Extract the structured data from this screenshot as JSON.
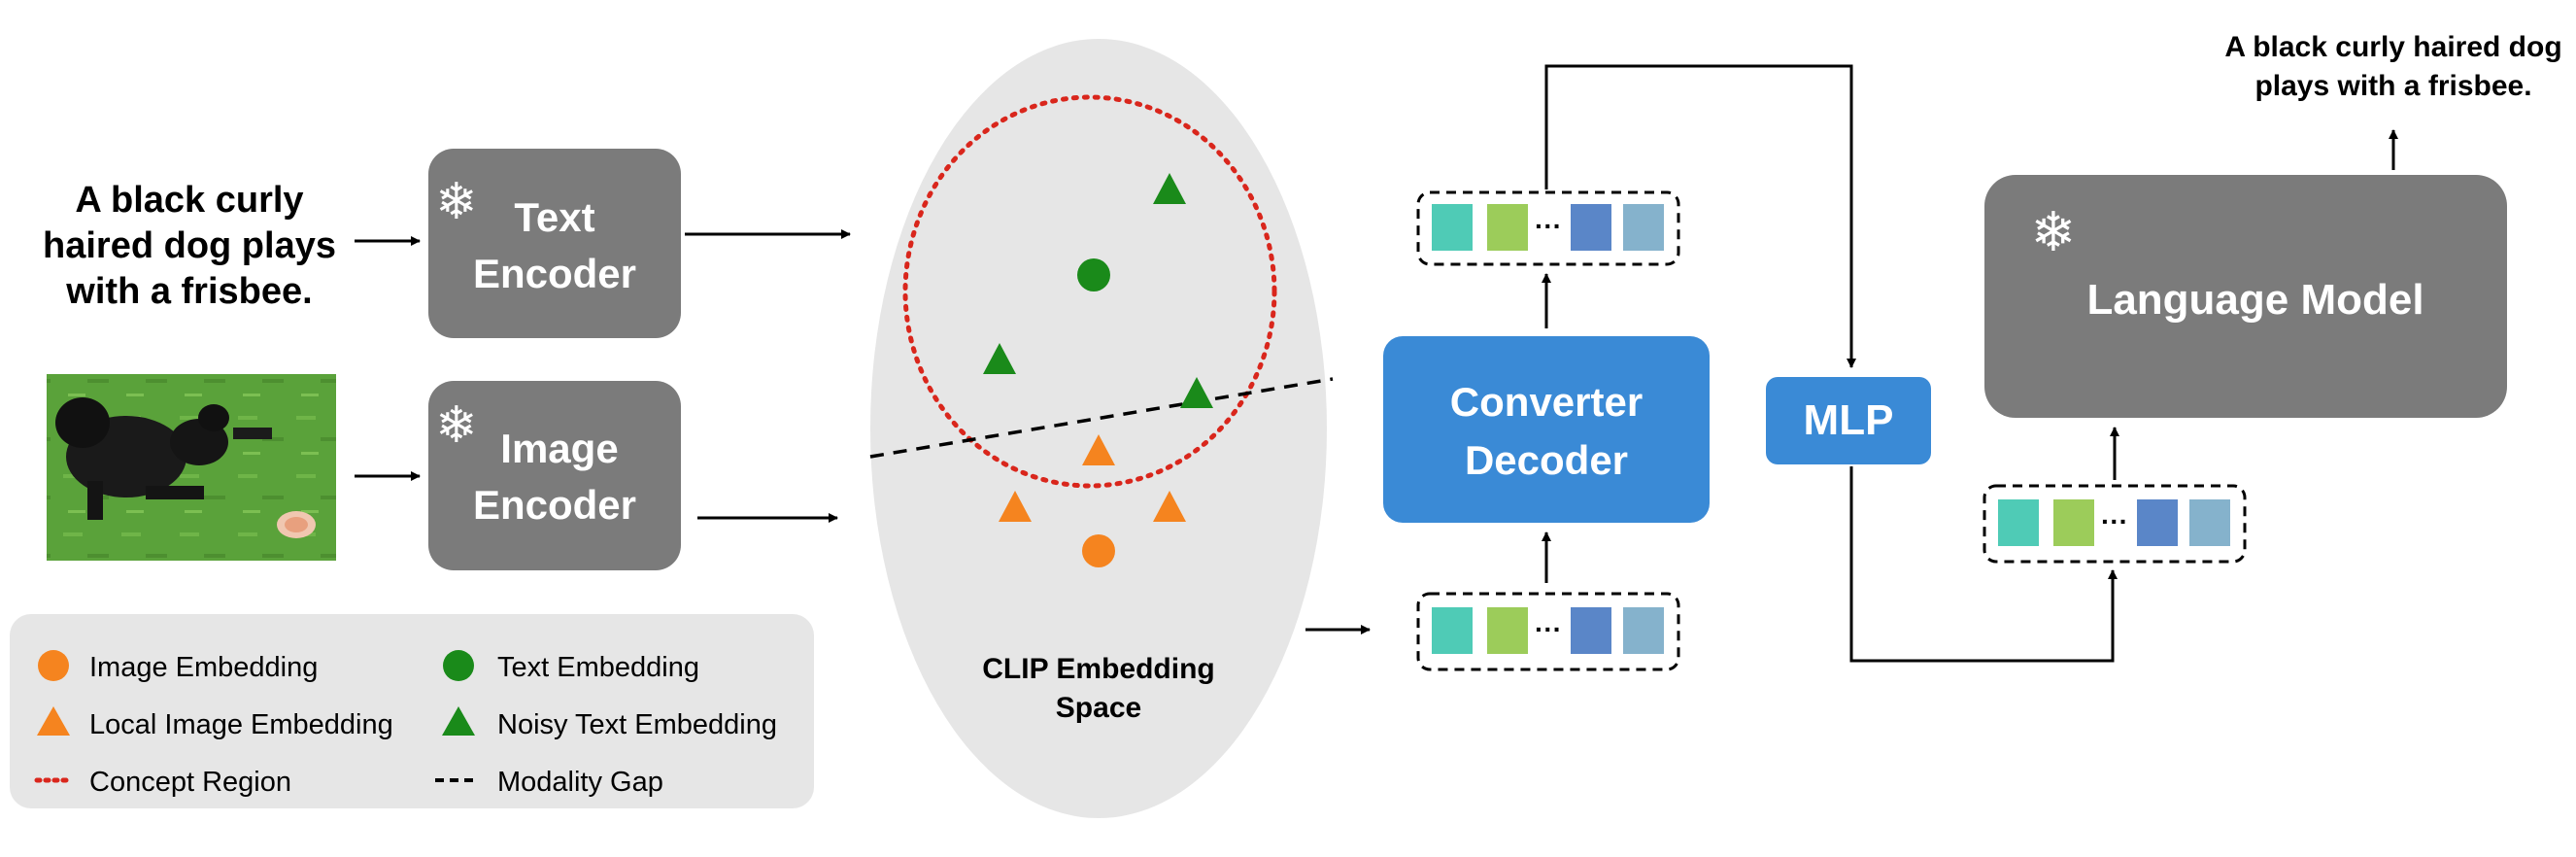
{
  "input_caption": {
    "lines": [
      "A black curly",
      "haired dog plays",
      "with a frisbee."
    ]
  },
  "output_caption": {
    "lines": [
      "A black curly haired dog",
      "plays with a frisbee."
    ]
  },
  "encoders": {
    "text": {
      "lines": [
        "Text",
        "Encoder"
      ],
      "icon": "snowflake-icon"
    },
    "image": {
      "lines": [
        "Image",
        "Encoder"
      ],
      "icon": "snowflake-icon"
    }
  },
  "embedding_space": {
    "lines": [
      "CLIP Embedding",
      "Space"
    ]
  },
  "converter": {
    "lines": [
      "Converter",
      "Decoder"
    ]
  },
  "mlp": {
    "label": "MLP"
  },
  "language_model": {
    "label": "Language Model",
    "icon": "snowflake-icon"
  },
  "dots": "···",
  "legend": {
    "items": [
      {
        "label": "Image Embedding",
        "marker": "circle",
        "color": "#f5841f"
      },
      {
        "label": "Text Embedding",
        "marker": "circle",
        "color": "#1a8a1a"
      },
      {
        "label": "Local Image Embedding",
        "marker": "triangle",
        "color": "#f5841f"
      },
      {
        "label": "Noisy Text Embedding",
        "marker": "triangle",
        "color": "#1a8a1a"
      },
      {
        "label": "Concept Region",
        "marker": "dotted-line",
        "color": "#d9261c"
      },
      {
        "label": "Modality Gap",
        "marker": "dashed-line",
        "color": "#000000"
      }
    ]
  },
  "colors": {
    "encoder_box": "#7b7b7b",
    "converter_box": "#3a8ad6",
    "ellipse": "#e6e6e6",
    "legend_bg": "#e6e6e6",
    "token_teal": "#4fcbb6",
    "token_green": "#9ccc5a",
    "token_blue": "#5a86c8",
    "token_lightblue": "#85b2cc"
  }
}
